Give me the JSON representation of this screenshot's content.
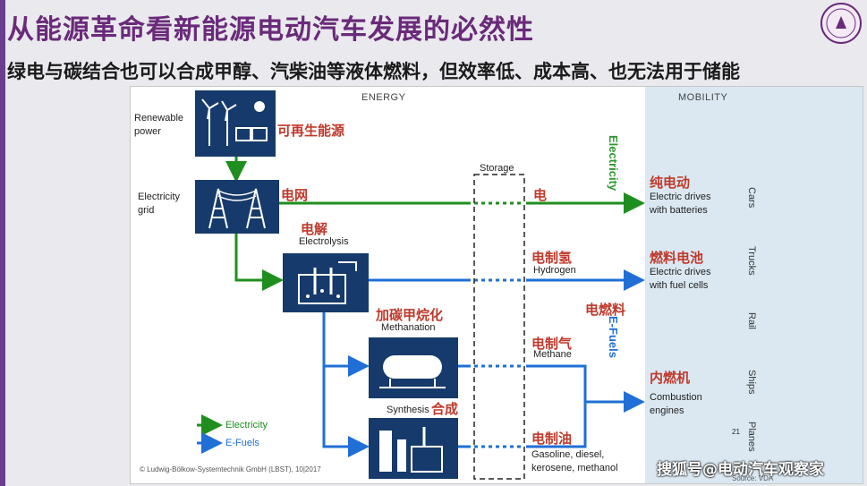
{
  "title": "从能源革命看新能源电动汽车发展的必然性",
  "subtitle": "绿电与碳结合也可以合成甲醇、汽柴油等液体燃料，但效率低、成本高、也无法用于储能",
  "diagram": {
    "header_energy": "ENERGY",
    "header_mobility": "MOBILITY",
    "nodes": {
      "renewable": {
        "en": "Renewable\npower",
        "cn": "可再生能源"
      },
      "grid": {
        "en": "Electricity\ngrid",
        "cn": "电网"
      },
      "electrolysis": {
        "en": "Electrolysis",
        "cn": "电解"
      },
      "methanation": {
        "en": "Methanation",
        "cn": "加碳甲烷化"
      },
      "synthesis": {
        "en": "Synthesis",
        "cn": "合成"
      }
    },
    "storage": "Storage",
    "flow_labels": {
      "electricity_cn": "电",
      "hydrogen_cn": "电制氢",
      "hydrogen_en": "Hydrogen",
      "methane_cn": "电制气",
      "methane_en": "Methane",
      "oil_cn": "电制油",
      "oil_en": "Gasoline, diesel,\nkerosene, methanol"
    },
    "vertical_electricity": "Electricity",
    "vertical_efuels": "E-Fuels",
    "efuels_cn": "电燃料",
    "mobility": {
      "bev_cn": "纯电动",
      "bev_en": "Electric drives\nwith batteries",
      "fc_cn": "燃料电池",
      "fc_en": "Electric drives\nwith fuel cells",
      "ice_cn": "内燃机",
      "ice_en": "Combustion\nengines"
    },
    "modes": [
      "Cars",
      "Trucks",
      "Rail",
      "Ships",
      "Planes"
    ],
    "legend": [
      {
        "label": "Electricity",
        "color": "#1e8f1e"
      },
      {
        "label": "E-Fuels",
        "color": "#1f6fd6"
      }
    ],
    "page_number": "21",
    "copyright": "© Ludwig-Bölkow-Systemtechnik GmbH (LBST), 10|2017",
    "source": "Source: VDA"
  },
  "watermark": "搜狐号@电动汽车观察家",
  "colors": {
    "title": "#6a2a7a",
    "box": "#163a6b",
    "green": "#1e8f1e",
    "blue": "#1f6fd6",
    "annotation": "#c0392b",
    "mobility_bg": "#dbe8f1"
  }
}
